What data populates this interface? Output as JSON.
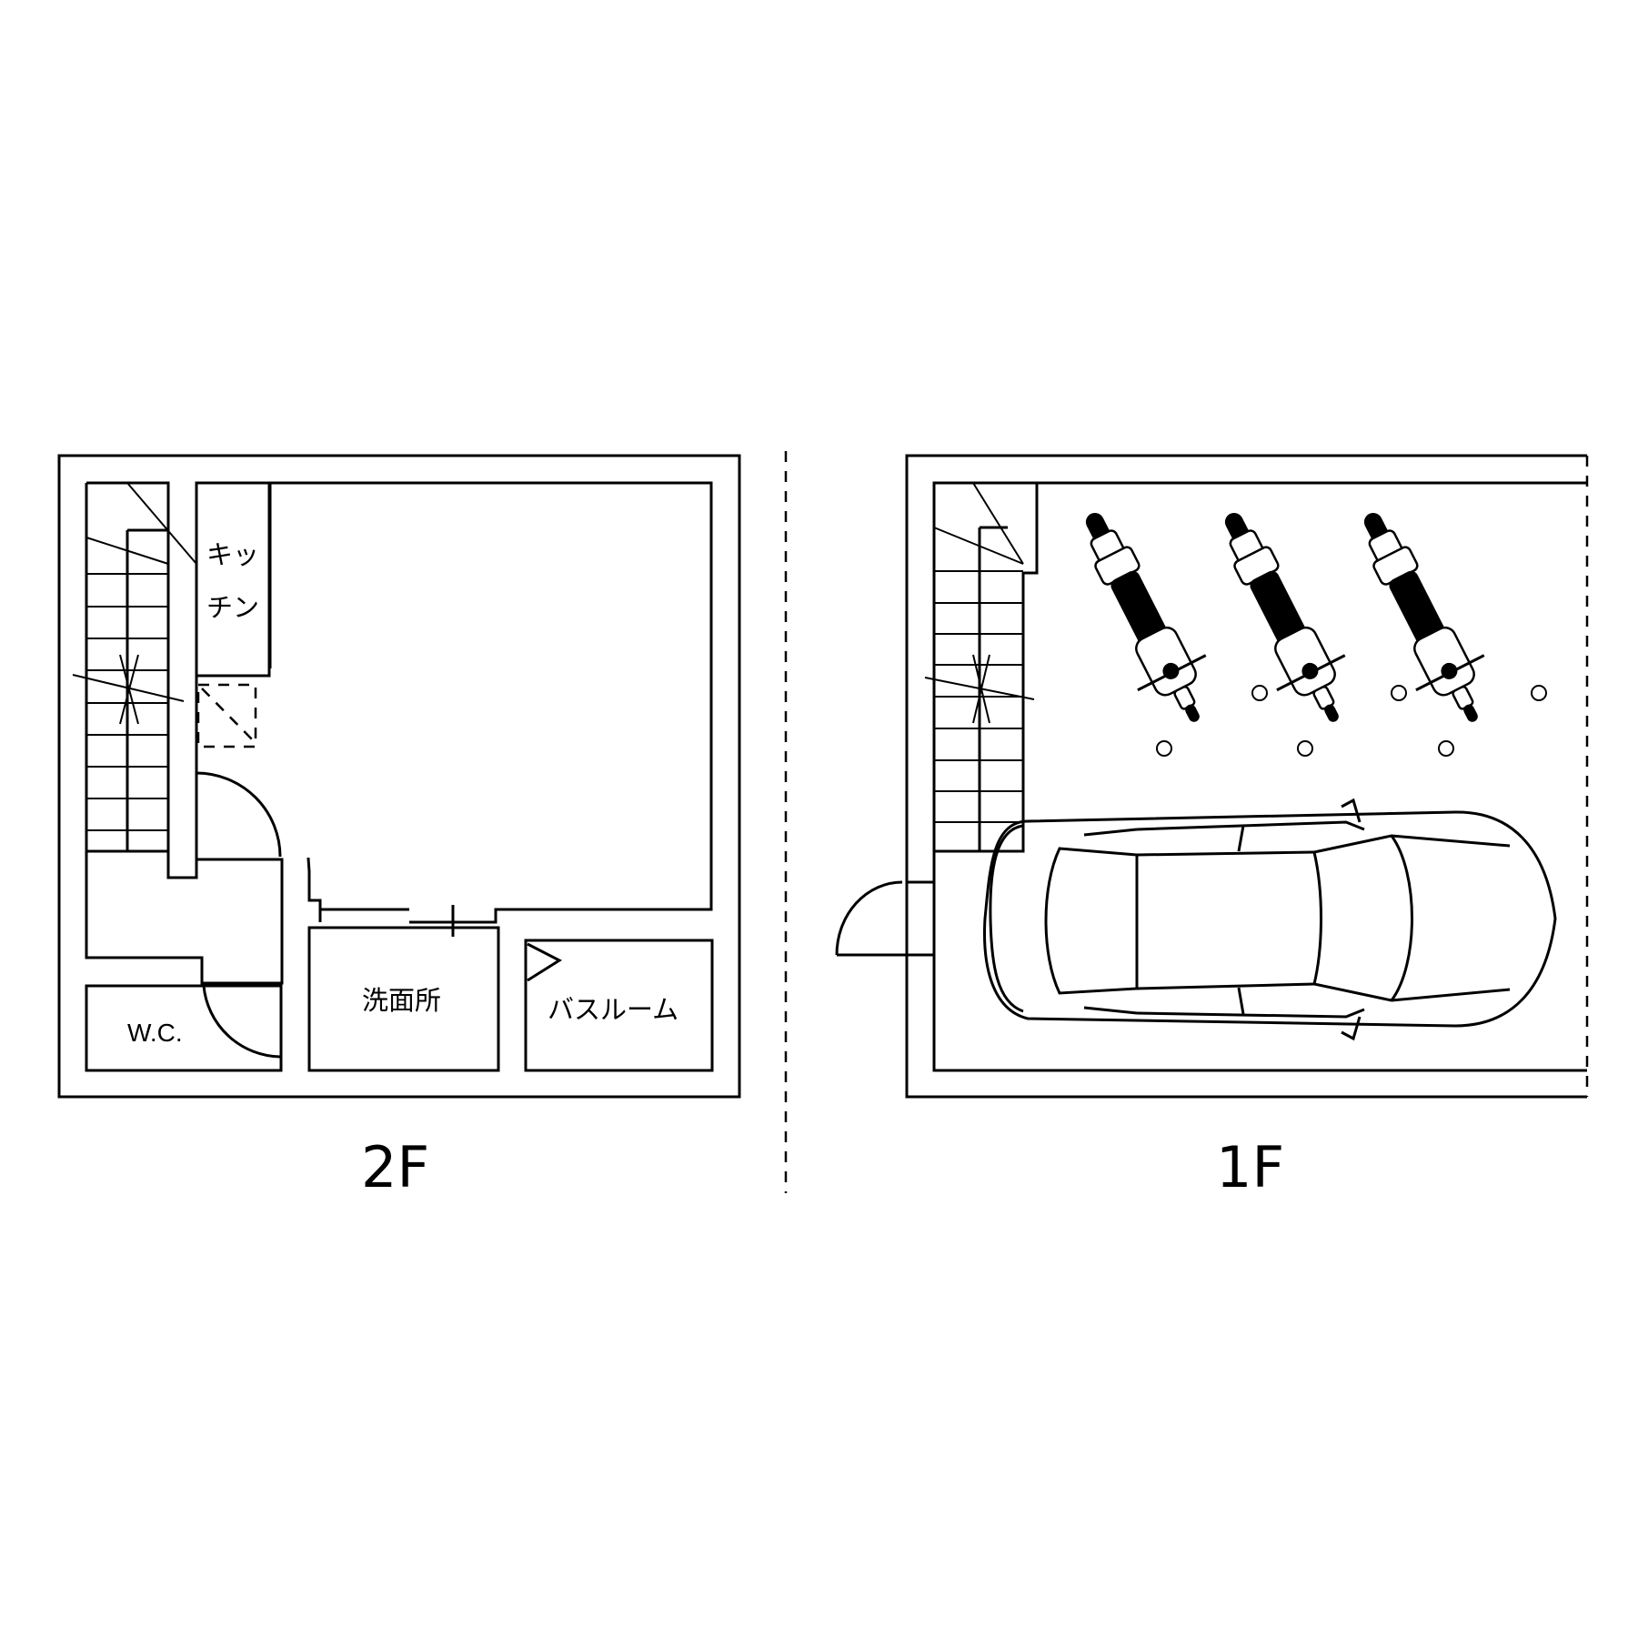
{
  "floors": [
    {
      "label": "2F",
      "rooms": {
        "kitchen": [
          "キッ",
          "チン"
        ],
        "washroom": "洗面所",
        "bathroom": "バスルーム",
        "wc": "W.C."
      }
    },
    {
      "label": "1F"
    }
  ],
  "icons": [
    "stair-icon",
    "door-swing-icon",
    "motorcycle-icon",
    "car-icon"
  ]
}
